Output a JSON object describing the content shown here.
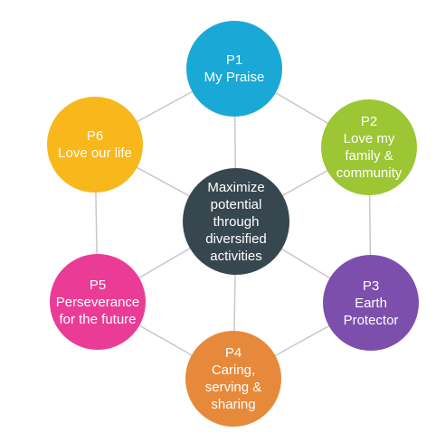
{
  "center": {
    "lines": [
      "Maximize",
      "potential",
      "through",
      "diversified",
      "activities"
    ],
    "color": "#37474f"
  },
  "nodes": [
    {
      "id": "p1",
      "lines": [
        "P1",
        "My Praise"
      ],
      "color": "#1aa9d6"
    },
    {
      "id": "p2",
      "lines": [
        "P2",
        "Love my",
        "family &",
        "community"
      ],
      "color": "#9cc633"
    },
    {
      "id": "p3",
      "lines": [
        "P3",
        "Earth",
        "Protector"
      ],
      "color": "#7d4fad"
    },
    {
      "id": "p4",
      "lines": [
        "P4",
        "Caring,",
        "serving &",
        "sharing"
      ],
      "color": "#e7893a"
    },
    {
      "id": "p5",
      "lines": [
        "P5",
        "Perseverance",
        "for the future"
      ],
      "color": "#ea3c96"
    },
    {
      "id": "p6",
      "lines": [
        "P6",
        "Love our life"
      ],
      "color": "#f8b71a"
    }
  ],
  "connector_color": "#c8c8c8"
}
